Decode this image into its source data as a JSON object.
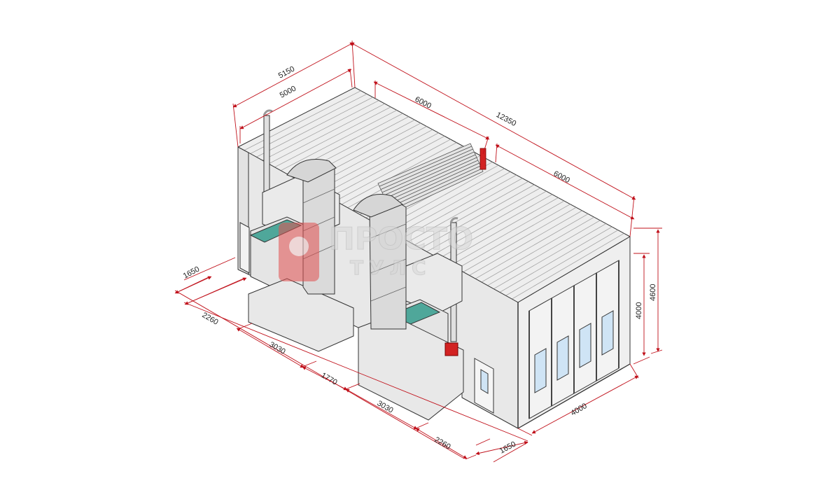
{
  "dimensions": {
    "roof_depth_outer": "5150",
    "roof_depth_inner": "5000",
    "section_left": "6000",
    "total_length": "12350",
    "section_right": "6000",
    "height_wall": "4000",
    "height_total": "4600",
    "front_width": "4000",
    "side_1650_top": "1650",
    "side_2260_top": "2260",
    "unit_3030_a": "3030",
    "gap_1770": "1770",
    "unit_3030_b": "3030",
    "side_2260_bottom": "2260",
    "side_1650_bottom": "1650"
  },
  "watermark": {
    "line1": "ПРОСТО",
    "line2": "ТУЛС"
  },
  "colors": {
    "dimension_line": "#c0101a",
    "outline": "#333333",
    "panel_fill": "#ececec",
    "filter_fill": "#4fa79a",
    "accent_red": "#d22222",
    "watermark": "#e35050"
  }
}
